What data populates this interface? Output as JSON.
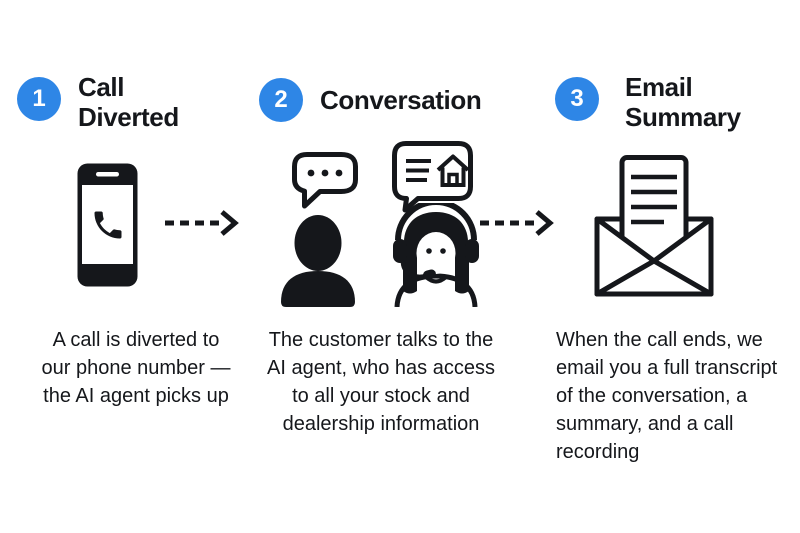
{
  "colors": {
    "accent_blue": "#2e86e6",
    "ink": "#15171b",
    "background": "#ffffff"
  },
  "steps": [
    {
      "number": "1",
      "title": "Call\nDiverted",
      "icon": "smartphone-call-icon",
      "description": "A call is diverted to\nour phone number —\nthe AI agent picks up"
    },
    {
      "number": "2",
      "title": "Conversation",
      "icon": "customer-and-agent-icon",
      "description": "The customer talks to the\nAI agent, who has access\nto all your stock and\ndealership information"
    },
    {
      "number": "3",
      "title": "Email\nSummary",
      "icon": "open-envelope-letter-icon",
      "description": "When the call ends, we\nemail you a full transcript\nof the conversation, a\nsummary, and a call\nrecording"
    }
  ],
  "connectors": [
    {
      "type": "dashed-arrow",
      "direction": "right"
    },
    {
      "type": "dashed-arrow",
      "direction": "right"
    }
  ]
}
